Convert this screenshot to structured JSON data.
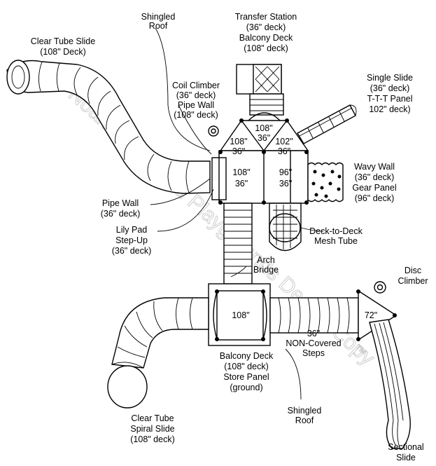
{
  "diagram": {
    "watermark": "Noah's Park and Playgrounds Design Copy",
    "watermark_suffix": "™",
    "labels": {
      "shingled_roof_top": [
        "Shingled",
        "Roof"
      ],
      "transfer_station": [
        "Transfer Station",
        "(36\" deck)",
        "Balcony Deck",
        "(108\" deck)"
      ],
      "clear_tube_slide": [
        "Clear Tube Slide",
        "(108\" Deck)"
      ],
      "coil_climber": [
        "Coil Climber",
        "(36\" deck)",
        "Pipe Wall",
        "(108\" deck)"
      ],
      "single_slide": [
        "Single Slide",
        "(36\" deck)",
        "T-T-T Panel",
        "102\" deck)"
      ],
      "wavy_wall": [
        "Wavy Wall",
        "(36\" deck)",
        "Gear Panel",
        "(96\" deck)"
      ],
      "pipe_wall": [
        "Pipe Wall",
        "(36\" deck)"
      ],
      "lily_pad": [
        "Lily Pad",
        "Step-Up",
        "(36\" deck)"
      ],
      "mesh_tube": [
        "Deck-to-Deck",
        "Mesh Tube"
      ],
      "arch_bridge": [
        "Arch",
        "Bridge"
      ],
      "disc_climber": [
        "Disc",
        "Climber"
      ],
      "non_covered_steps": [
        "36\"",
        "NON-Covered",
        "Steps"
      ],
      "balcony_deck": [
        "Balcony Deck",
        "(108\" deck)",
        "Store Panel",
        "(ground)"
      ],
      "shingled_roof_bottom": [
        "Shingled",
        "Roof"
      ],
      "clear_tube_spiral": [
        "Clear Tube",
        "Spiral Slide",
        "(108\" deck)"
      ],
      "sectional_slide": [
        "Sectional",
        "Slide"
      ]
    },
    "decks": {
      "hex_top": [
        "108\"",
        "36\""
      ],
      "tri_left": [
        "108\"",
        "36\""
      ],
      "tri_right": [
        "102\"",
        "36\""
      ],
      "main_left": [
        "108\"",
        "36\""
      ],
      "main_right": [
        "96\"",
        "36\""
      ],
      "lower_deck": "108\"",
      "triangle_deck": "72\""
    }
  }
}
